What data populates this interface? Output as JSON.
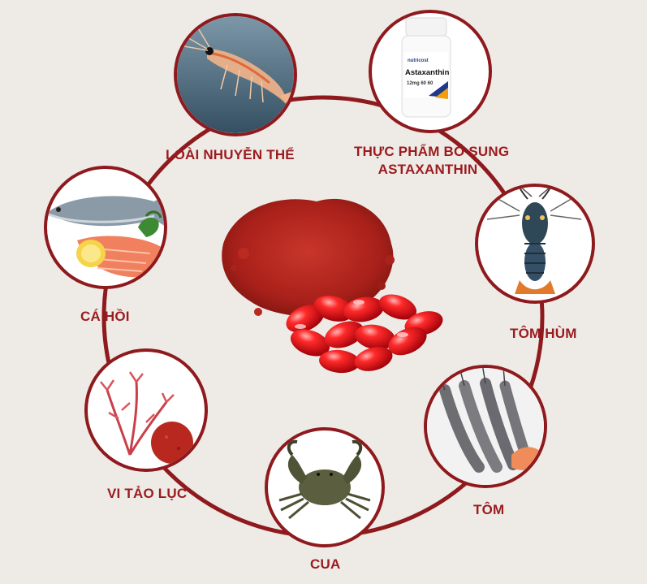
{
  "colors": {
    "background": "#eeebe6",
    "ring": "#8f1a1e",
    "label": "#9b1b1f",
    "powder": "#b6241c",
    "capsule": "#e0141c"
  },
  "center": {
    "description_icon": "astaxanthin-powder-and-capsules-icon"
  },
  "nodes": [
    {
      "id": "krill",
      "label": "LOÀI NHUYỄN THỂ",
      "icon": "krill-icon"
    },
    {
      "id": "supplement",
      "label": "THỰC PHẨM BỔ SUNG",
      "label2": "ASTAXANTHIN",
      "icon": "supplement-bottle-icon",
      "bottle_brand": "nutricost",
      "bottle_name": "Astaxanthin",
      "bottle_detail": "12mg  60  60"
    },
    {
      "id": "lobster",
      "label": "TÔM HÙM",
      "icon": "lobster-icon"
    },
    {
      "id": "shrimp",
      "label": "TÔM",
      "icon": "shrimp-icon"
    },
    {
      "id": "crab",
      "label": "CUA",
      "icon": "crab-icon"
    },
    {
      "id": "microalgae",
      "label": "VI TẢO LỤC",
      "icon": "microalgae-icon"
    },
    {
      "id": "salmon",
      "label": "CÁ HỒI",
      "icon": "salmon-icon"
    }
  ]
}
